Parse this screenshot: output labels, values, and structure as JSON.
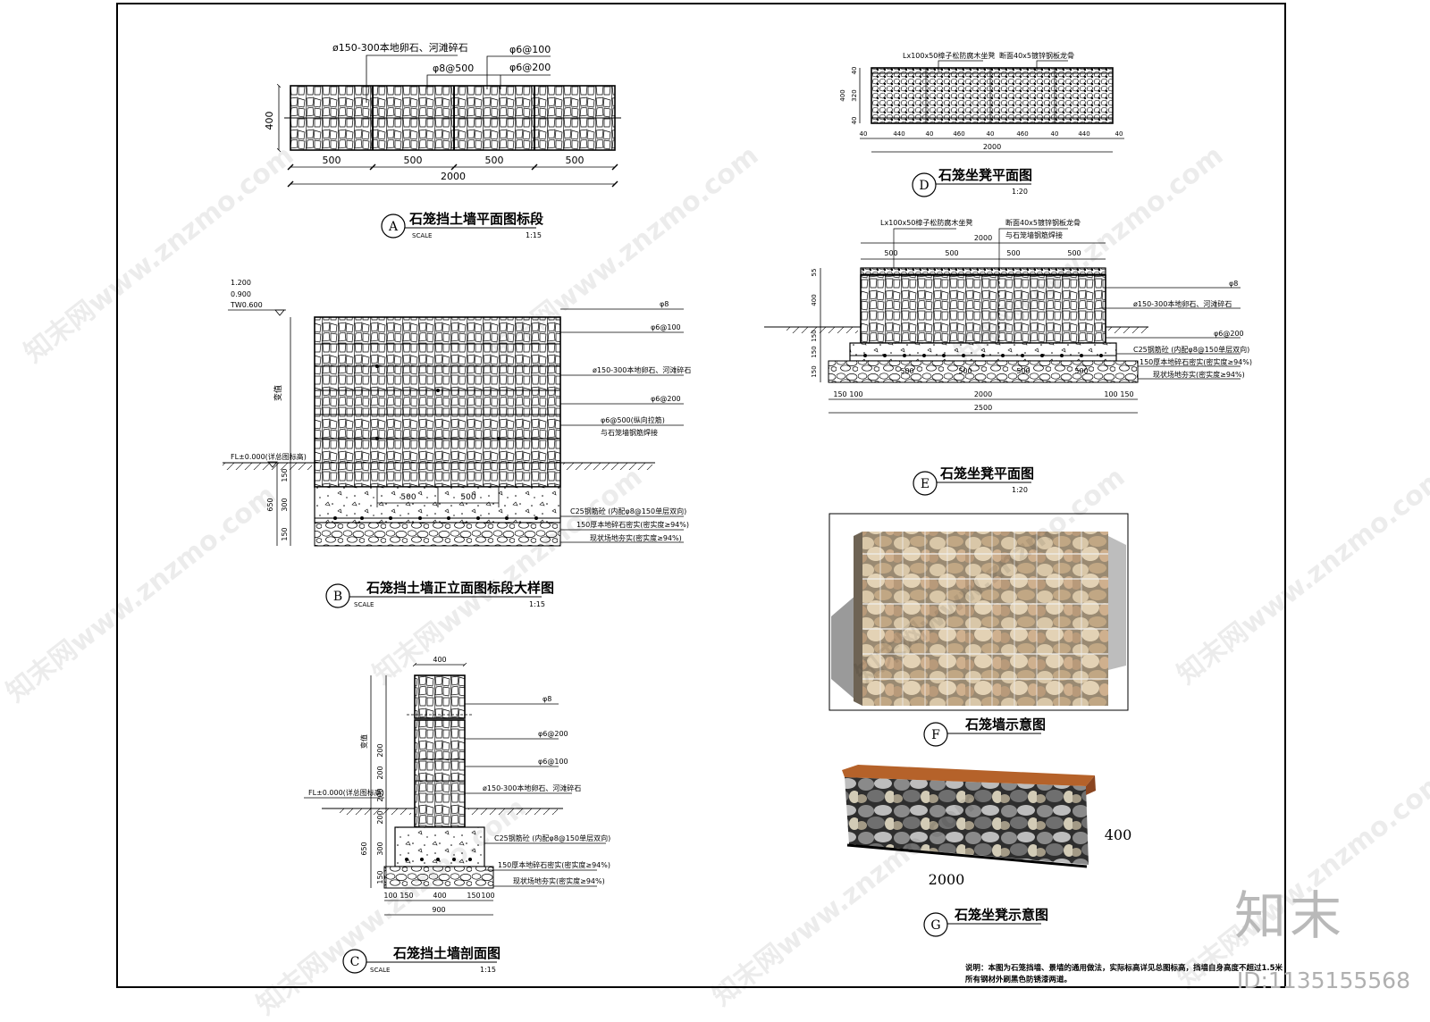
{
  "dim": {
    "d400": "400",
    "d500": "500",
    "d2000": "2000",
    "d2500": "2500",
    "d900": "900",
    "d440": "440",
    "d460": "460",
    "d40": "40",
    "d320": "320",
    "d150": "150",
    "d100": "100",
    "d650": "650",
    "d300": "300",
    "d200": "200",
    "d55": "55"
  },
  "A": {
    "letter": "A",
    "title": "石笼挡土墙平面图标段",
    "scale_word": "SCALE",
    "scale": "1:15",
    "lbl_stone": "ø150-300本地卵石、河滩碎石",
    "lbl_6a100": "φ6@100",
    "lbl_8a500": "φ8@500",
    "lbl_6a200": "φ6@200"
  },
  "B": {
    "letter": "B",
    "title": "石笼挡土墙正立面图标段大样图",
    "scale_word": "SCALE",
    "scale": "1:15",
    "el1": "1.200",
    "el2": "0.900",
    "el3": "TW0.600",
    "fl": "FL±0.000(详总图标高)",
    "var": "变值",
    "lbl_8": "φ8",
    "lbl_6a100": "φ6@100",
    "lbl_stone": "ø150-300本地卵石、河滩碎石",
    "lbl_6a200": "φ6@200",
    "lbl_6a500": "φ6@500(纵向拉筋)",
    "lbl_weld": "与石笼墙钢筋焊接",
    "lbl_c25": "C25钢筋砼 (内配φ8@150单层双向)",
    "lbl_gravel": "150厚本地碎石密实(密实度≥94%)",
    "lbl_soil": "现状场地夯实(密实度≥94%)"
  },
  "C": {
    "letter": "C",
    "title": "石笼挡土墙剖面图",
    "scale_word": "SCALE",
    "scale": "1:15",
    "var": "变值",
    "fl": "FL±0.000(详总图标高)",
    "lbl_8": "φ8",
    "lbl_6a200": "φ6@200",
    "lbl_6a100": "φ6@100",
    "lbl_stone": "ø150-300本地卵石、河滩碎石",
    "lbl_c25": "C25钢筋砼 (内配φ8@150单层双向)",
    "lbl_gravel": "150厚本地碎石密实(密实度≥94%)",
    "lbl_soil": "现状场地夯实(密实度≥94%)"
  },
  "D": {
    "letter": "D",
    "title": "石笼坐凳平面图",
    "scale": "1:20",
    "lbl_wood": "Lx100x50樟子松防腐木坐凳",
    "lbl_steel": "断面40x5镀锌钢板龙骨"
  },
  "E": {
    "letter": "E",
    "title": "石笼坐凳平面图",
    "scale": "1:20",
    "lbl_wood": "Lx100x50樟子松防腐木坐凳",
    "lbl_steel": "断面40x5镀锌钢板龙骨",
    "lbl_weld": "与石笼墙钢筋焊接",
    "lbl_8": "φ8",
    "lbl_stone": "ø150-300本地卵石、河滩碎石",
    "lbl_6a200": "φ6@200",
    "lbl_c25": "C25钢筋砼 (内配φ8@150单层双向)",
    "lbl_gravel": "150厚本地碎石密实(密实度≥94%)",
    "lbl_soil": "现状场地夯实(密实度≥94%)"
  },
  "F": {
    "letter": "F",
    "title": "石笼墙示意图"
  },
  "G": {
    "letter": "G",
    "title": "石笼坐凳示意图",
    "dim_h": "400",
    "dim_w": "2000"
  },
  "notes": {
    "line1": "说明：本图为石笼挡墙、景墙的通用做法，实际标高详见总图标高，挡墙自身高度不超过1.5米",
    "line2": "所有钢材外刷黑色防锈漆两道。"
  },
  "watermark": {
    "text": "知末网www.znzmo.com",
    "brand": "知末",
    "id": "ID:1135155568"
  }
}
